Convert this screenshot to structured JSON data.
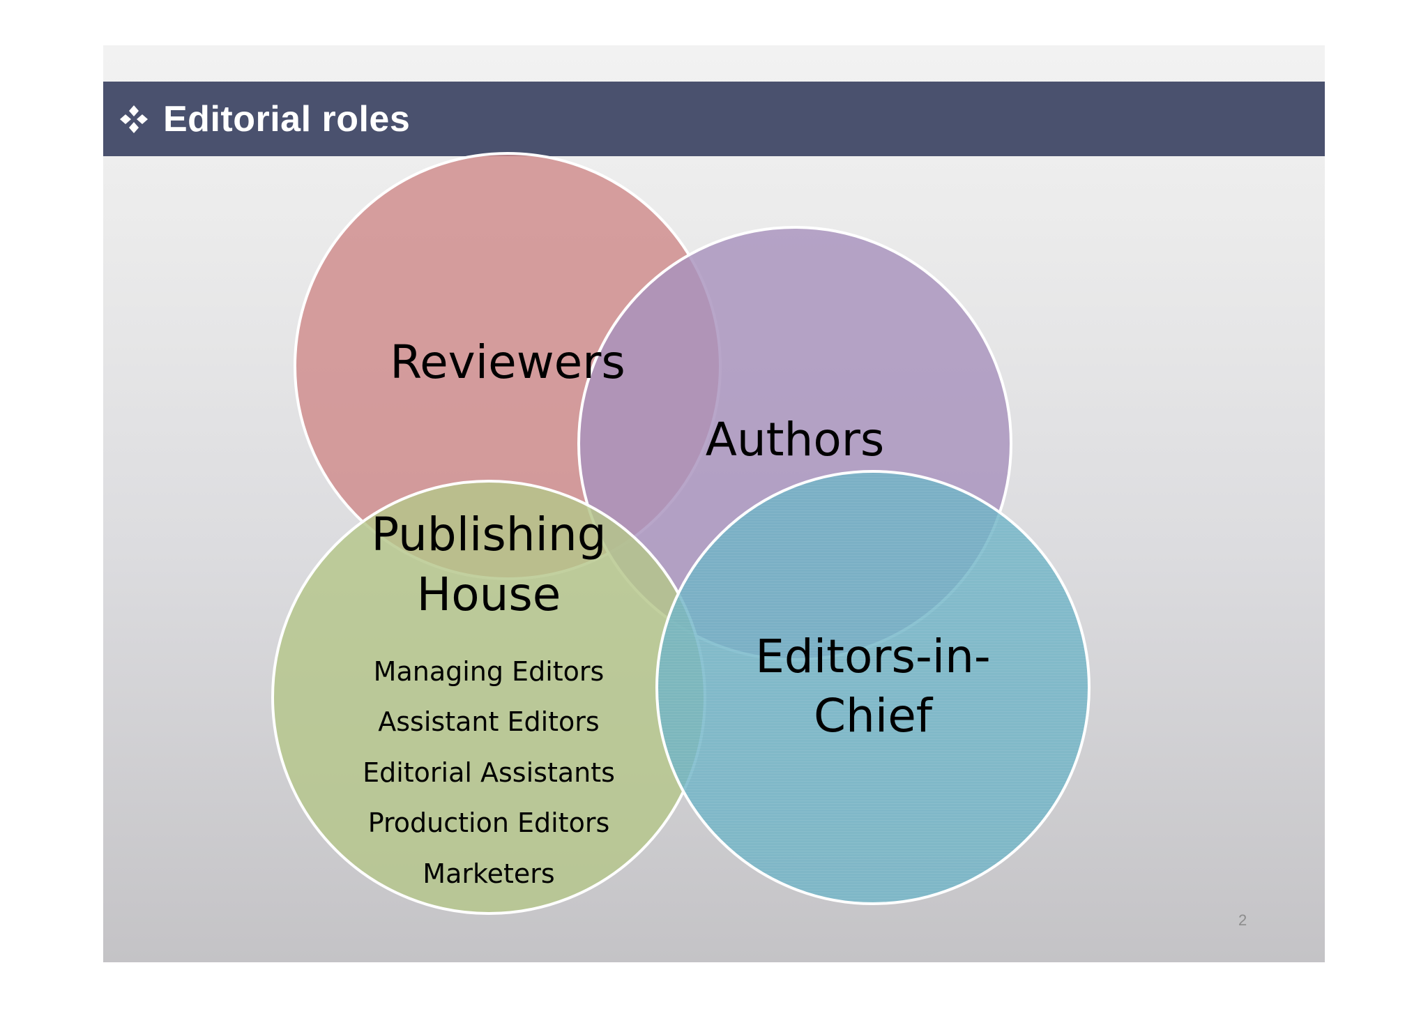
{
  "slide": {
    "title": "Editorial roles",
    "page_number": "2"
  },
  "venn": {
    "reviewers": {
      "label": "Reviewers",
      "color": "#cf8b8b"
    },
    "authors": {
      "label": "Authors",
      "color": "#a893bd"
    },
    "publishing_house": {
      "label_line1": "Publishing",
      "label_line2": "House",
      "color": "#b4c68a",
      "roles": [
        "Managing Editors",
        "Assistant Editors",
        "Editorial Assistants",
        "Production Editors",
        "Marketers"
      ]
    },
    "editors_in_chief": {
      "label_line1": "Editors-in-",
      "label_line2": "Chief",
      "color": "#6fb3c6"
    }
  },
  "colors": {
    "title_bar": "#4a516e",
    "title_text": "#ffffff"
  }
}
